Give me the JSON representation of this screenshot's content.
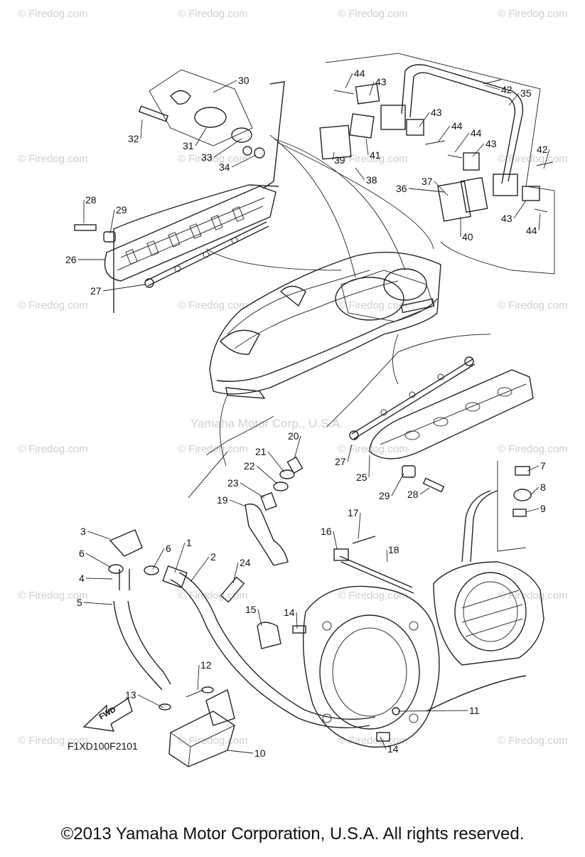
{
  "watermark_text": "© Firedog.com",
  "center_watermark": "Yamaha Motor Corp., U.S.A.",
  "diagram_code": "F1XD100F2101",
  "fwd_label": "FWD",
  "footer_copyright": "©2013 Yamaha Motor Corporation, U.S.A. All rights reserved.",
  "tiny_footer": "(c) 2005-2015 Yamaha Motor Corporation, U.S.A.",
  "callouts": [
    "1",
    "2",
    "3",
    "4",
    "5",
    "6",
    "6",
    "7",
    "8",
    "9",
    "10",
    "11",
    "12",
    "13",
    "14",
    "14",
    "15",
    "16",
    "17",
    "18",
    "19",
    "20",
    "21",
    "22",
    "23",
    "24",
    "25",
    "26",
    "27",
    "27",
    "28",
    "28",
    "29",
    "29",
    "30",
    "31",
    "32",
    "33",
    "34",
    "35",
    "36",
    "37",
    "38",
    "39",
    "40",
    "41",
    "42",
    "42",
    "43",
    "43",
    "43",
    "43",
    "44",
    "44",
    "44",
    "44"
  ]
}
